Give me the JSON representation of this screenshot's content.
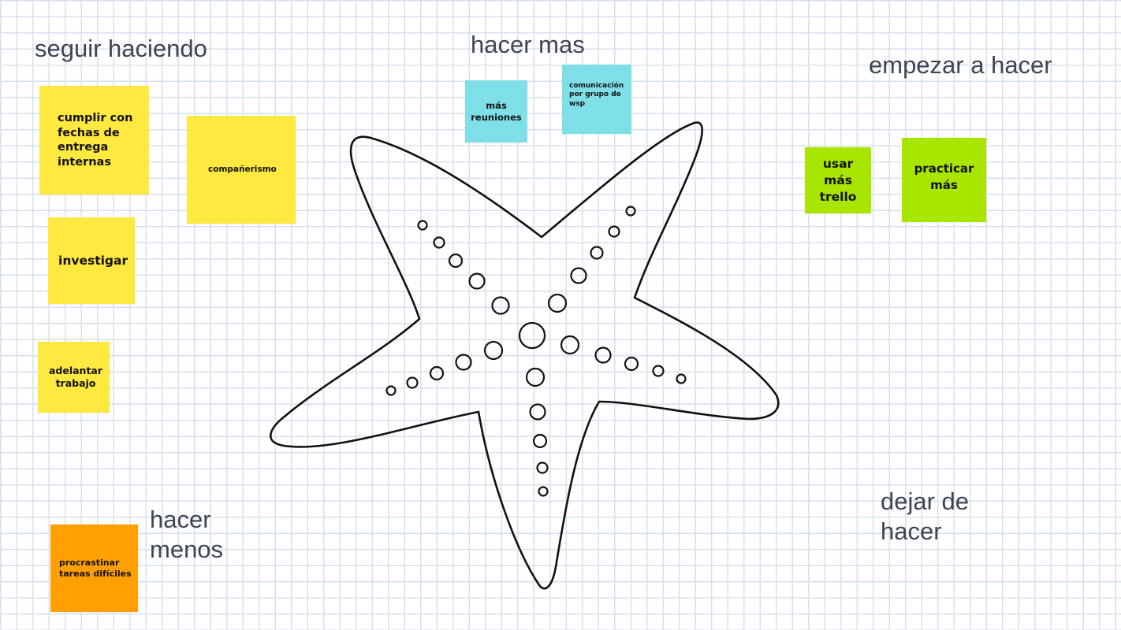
{
  "colors": {
    "grid": "#d6e1ee",
    "yellow": "#ffe83f",
    "cyan": "#7fdfe8",
    "green": "#a8e600",
    "orange": "#ffa000",
    "heading": "#3f4450"
  },
  "headings": {
    "keep_doing": "seguir haciendo",
    "do_more": "hacer mas",
    "start_doing": "empezar a hacer",
    "stop_doing": "dejar de\nhacer",
    "do_less": "hacer\nmenos"
  },
  "notes": {
    "keep_doing": [
      "cumplir con fechas de entrega internas",
      "compañerismo",
      "investigar",
      "adelantar trabajo"
    ],
    "do_more": [
      "más reuniones",
      "comunicación por grupo de wsp"
    ],
    "start_doing": [
      "usar más trello",
      "practicar más"
    ],
    "do_less": [
      "procrastinar tareas difíciles"
    ]
  },
  "illustration": {
    "icon": "starfish-icon"
  }
}
